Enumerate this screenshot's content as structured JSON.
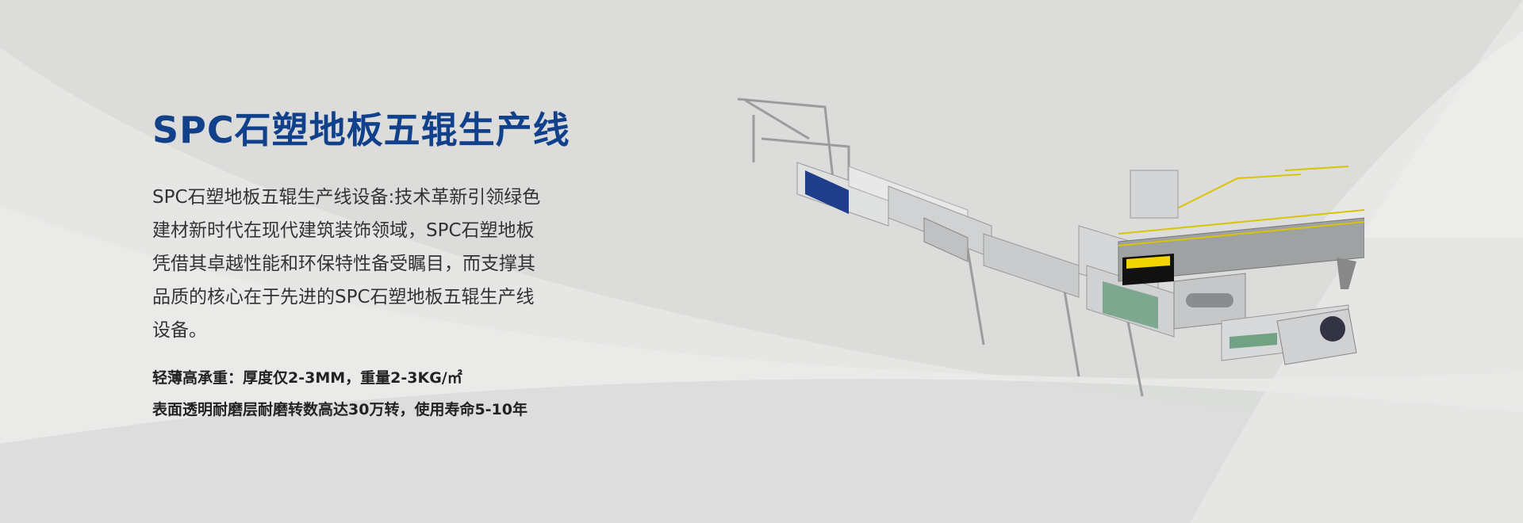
{
  "banner": {
    "title": "SPC石塑地板五辊生产线",
    "description_lines": [
      "SPC石塑地板五辊生产线设备:技术革新引领绿色",
      "建材新时代在现代建筑装饰领域，SPC石塑地板",
      "凭借其卓越性能和环保特性备受瞩目，而支撑其",
      "品质的核心在于先进的SPC石塑地板五辊生产线",
      "设备。"
    ],
    "features": [
      "轻薄高承重：厚度仅2-3MM，重量2-3KG/㎡",
      "表面透明耐磨层耐磨转数高达30万转，使用寿命5-10年"
    ],
    "colors": {
      "title": "#12418c",
      "background": "#dcdddb"
    }
  }
}
